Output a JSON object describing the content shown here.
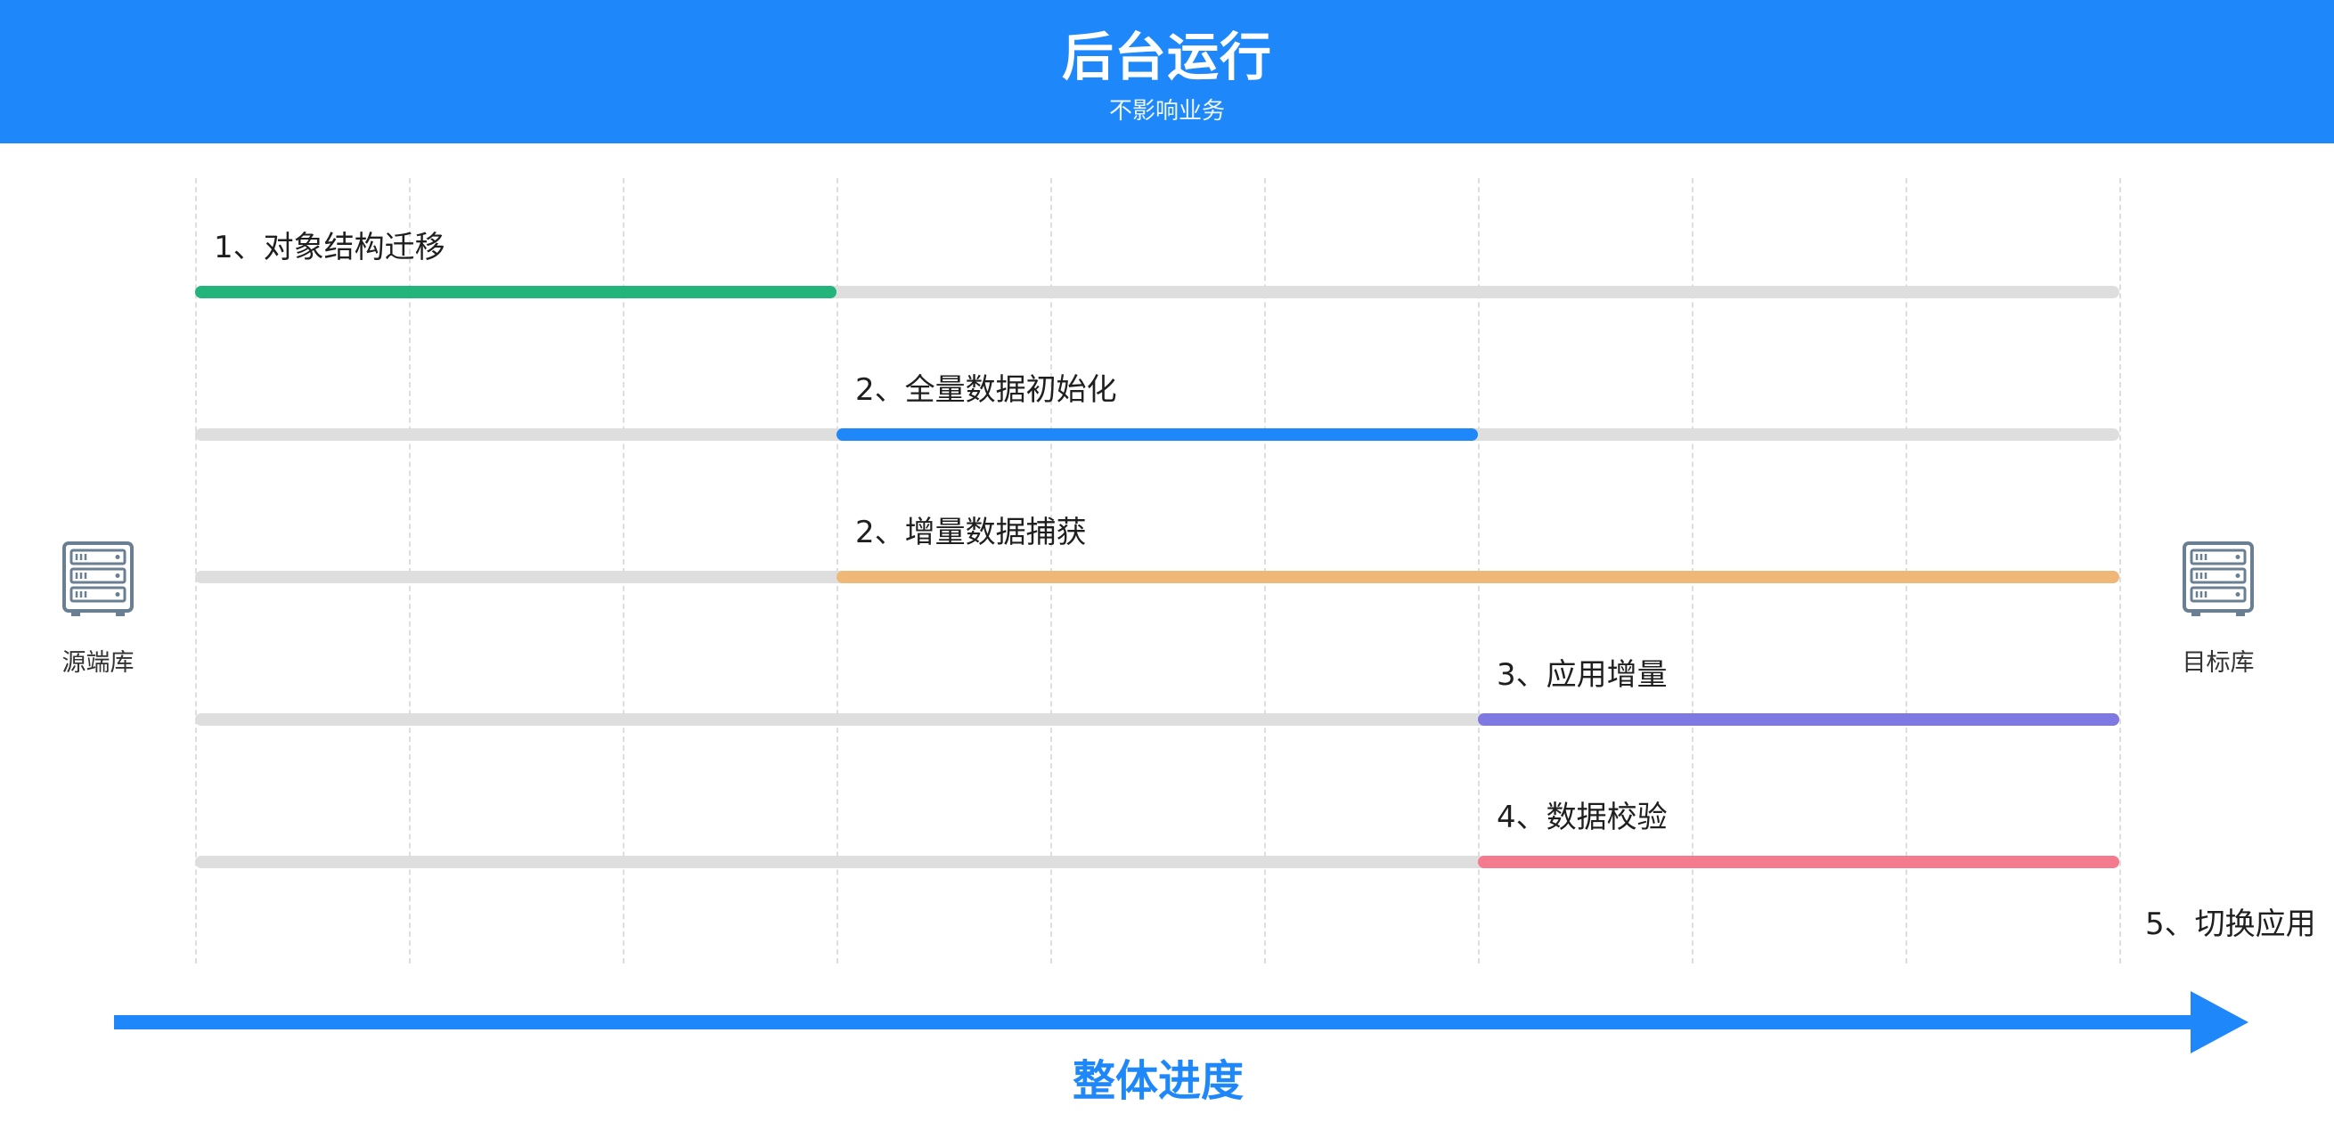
{
  "header": {
    "title": "后台运行",
    "subtitle": "不影响业务"
  },
  "colors": {
    "header_bg": "#1e87fa",
    "track": "#dedede",
    "grid": "#dedede",
    "arrow": "#1e87fa"
  },
  "source_db": {
    "label": "源端库",
    "icon": "server-icon"
  },
  "target_db": {
    "label": "目标库",
    "icon": "server-icon"
  },
  "timeline": {
    "segment_count": 9,
    "steps": [
      {
        "label": "1、对象结构迁移",
        "start": 0,
        "end": 3,
        "color": "#22b47a"
      },
      {
        "label": "2、全量数据初始化",
        "start": 3,
        "end": 6,
        "color": "#1e87fa"
      },
      {
        "label": "2、增量数据捕获",
        "start": 3,
        "end": 9,
        "color": "#f0b878"
      },
      {
        "label": "3、应用增量",
        "start": 6,
        "end": 9,
        "color": "#7f78e3"
      },
      {
        "label": "4、数据校验",
        "start": 6,
        "end": 9,
        "color": "#f47a8e"
      }
    ],
    "final_step": {
      "label": "5、切换应用"
    }
  },
  "progress_arrow": {
    "label": "整体进度"
  }
}
